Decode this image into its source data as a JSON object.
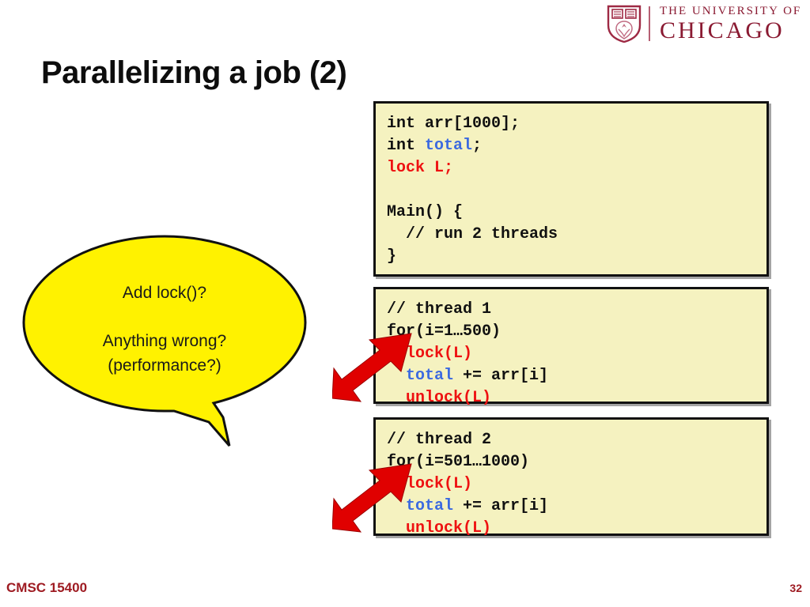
{
  "logo": {
    "crest_icon": "uchicago-crest-icon",
    "line1": "THE UNIVERSITY OF",
    "line2": "CHICAGO",
    "color": "#8a1a32"
  },
  "slide": {
    "title": "Parallelizing a job (2)"
  },
  "code_boxes": [
    {
      "id": "main",
      "lines": [
        [
          {
            "t": "int arr[1000];",
            "c": "black"
          }
        ],
        [
          {
            "t": "int ",
            "c": "black"
          },
          {
            "t": "total",
            "c": "blue"
          },
          {
            "t": ";",
            "c": "black"
          }
        ],
        [
          {
            "t": "lock L;",
            "c": "red"
          }
        ],
        [
          {
            "t": "",
            "c": "black"
          }
        ],
        [
          {
            "t": "Main() {",
            "c": "black"
          }
        ],
        [
          {
            "t": "  // run 2 threads",
            "c": "black"
          }
        ],
        [
          {
            "t": "}",
            "c": "black"
          }
        ]
      ]
    },
    {
      "id": "thread1",
      "lines": [
        [
          {
            "t": "// thread 1",
            "c": "black"
          }
        ],
        [
          {
            "t": "for(i=1…500)",
            "c": "black"
          }
        ],
        [
          {
            "t": "  lock(L)",
            "c": "red"
          }
        ],
        [
          {
            "t": "  ",
            "c": "black"
          },
          {
            "t": "total",
            "c": "blue"
          },
          {
            "t": " += arr[i]",
            "c": "black"
          }
        ],
        [
          {
            "t": "  unlock(L)",
            "c": "red"
          }
        ]
      ]
    },
    {
      "id": "thread2",
      "lines": [
        [
          {
            "t": "// thread 2",
            "c": "black"
          }
        ],
        [
          {
            "t": "for(i=501…1000)",
            "c": "black"
          }
        ],
        [
          {
            "t": "  lock(L)",
            "c": "red"
          }
        ],
        [
          {
            "t": "  ",
            "c": "black"
          },
          {
            "t": "total",
            "c": "blue"
          },
          {
            "t": " += arr[i]",
            "c": "black"
          }
        ],
        [
          {
            "t": "  unlock(L)",
            "c": "red"
          }
        ]
      ]
    }
  ],
  "callout": {
    "line1": "Add lock()?",
    "line2": "Anything wrong?",
    "line3": "(performance?)",
    "fill": "#FFF200"
  },
  "annotations": {
    "arrow1_name": "red-arrow-icon",
    "arrow2_name": "red-arrow-icon",
    "arrow_color": "#E00000"
  },
  "footer": {
    "course": "CMSC 15400",
    "page": "32",
    "color": "#9e1b22"
  },
  "code_colors": {
    "background": "#f5f2c0",
    "border": "#111111",
    "keyword_red": "#ee1111",
    "variable_blue": "#3c6ae0"
  }
}
